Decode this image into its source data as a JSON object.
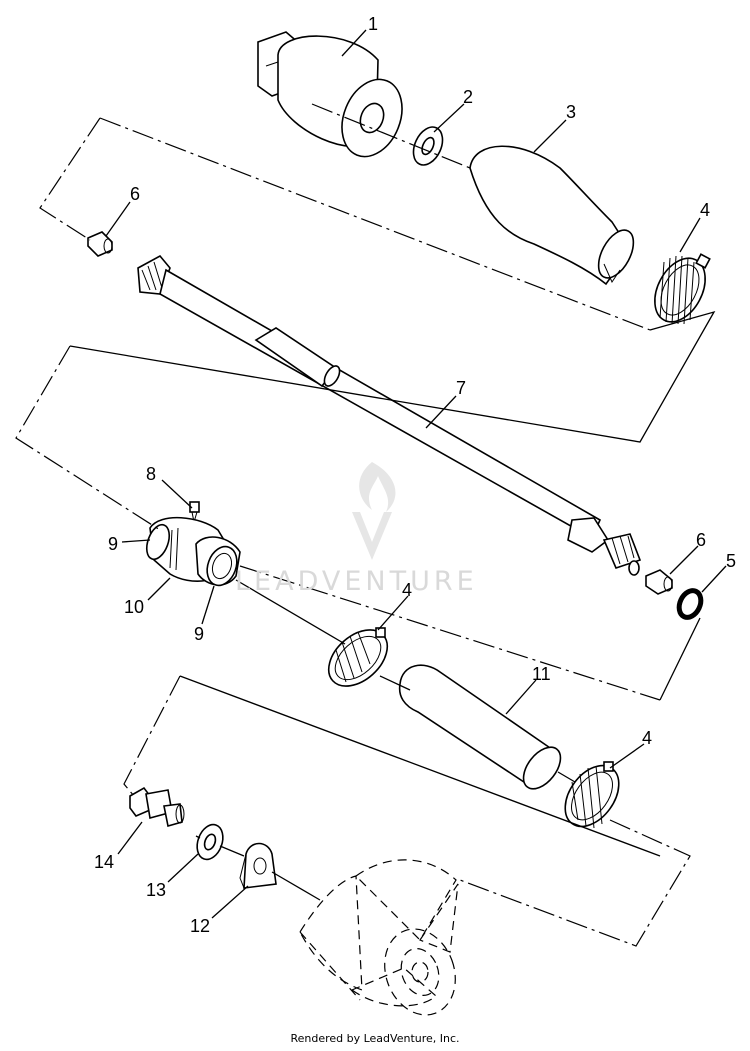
{
  "diagram": {
    "callouts": {
      "c1": "1",
      "c2": "2",
      "c3": "3",
      "c4a": "4",
      "c6a": "6",
      "c7": "7",
      "c8": "8",
      "c9a": "9",
      "c10": "10",
      "c9b": "9",
      "c6b": "6",
      "c5": "5",
      "c4b": "4",
      "c11": "11",
      "c4c": "4",
      "c14": "14",
      "c13": "13",
      "c12": "12"
    }
  },
  "watermark": {
    "text": "LEADVENTURE"
  },
  "footer": {
    "text": "Rendered by LeadVenture, Inc."
  }
}
